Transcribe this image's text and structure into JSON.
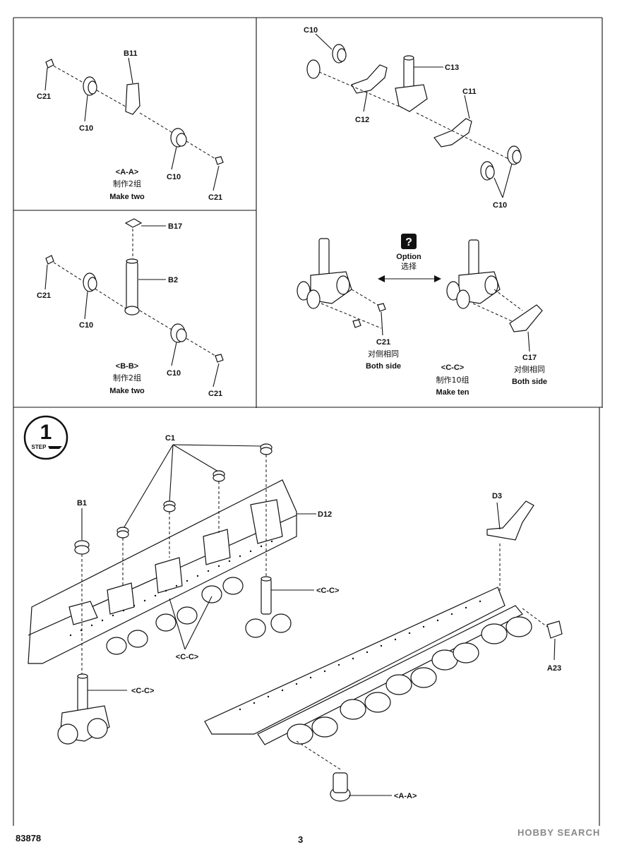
{
  "panel_aa": {
    "labels": {
      "b11": "B11",
      "c21_left": "C21",
      "c10_left": "C10",
      "c10_right": "C10",
      "c21_right": "C21"
    },
    "title": "<A-A>",
    "cn": "制作2组",
    "en": "Make two"
  },
  "panel_bb": {
    "labels": {
      "b17": "B17",
      "b2": "B2",
      "c21_left": "C21",
      "c10_left": "C10",
      "c10_right": "C10",
      "c21_right": "C21"
    },
    "title": "<B-B>",
    "cn": "制作2组",
    "en": "Make two"
  },
  "panel_cc": {
    "labels": {
      "c10_top": "C10",
      "c13": "C13",
      "c11": "C11",
      "c12": "C12",
      "c10_bottom": "C10",
      "c21": "C21",
      "c17": "C17"
    },
    "option_icon": "?",
    "option_en": "Option",
    "option_cn": "选择",
    "both_cn_left": "对侧相同",
    "both_en_left": "Both side",
    "title": "<C-C>",
    "cn": "制作10组",
    "en": "Make ten",
    "both_cn_right": "对侧相同",
    "both_en_right": "Both side"
  },
  "step1": {
    "step_number": "1",
    "step_word": "STEP",
    "labels": {
      "c1": "C1",
      "b1": "B1",
      "d12": "D12",
      "d3": "D3",
      "a23": "A23",
      "cc_mid": "<C-C>",
      "cc_left": "<C-C>",
      "cc_bottom": "<C-C>",
      "aa": "<A-A>"
    }
  },
  "footer": {
    "code": "83878",
    "page": "3",
    "watermark": "HOBBY SEARCH"
  },
  "icons": [
    "question-icon",
    "tank-icon",
    "arrow-icon",
    "wheel-icon"
  ]
}
